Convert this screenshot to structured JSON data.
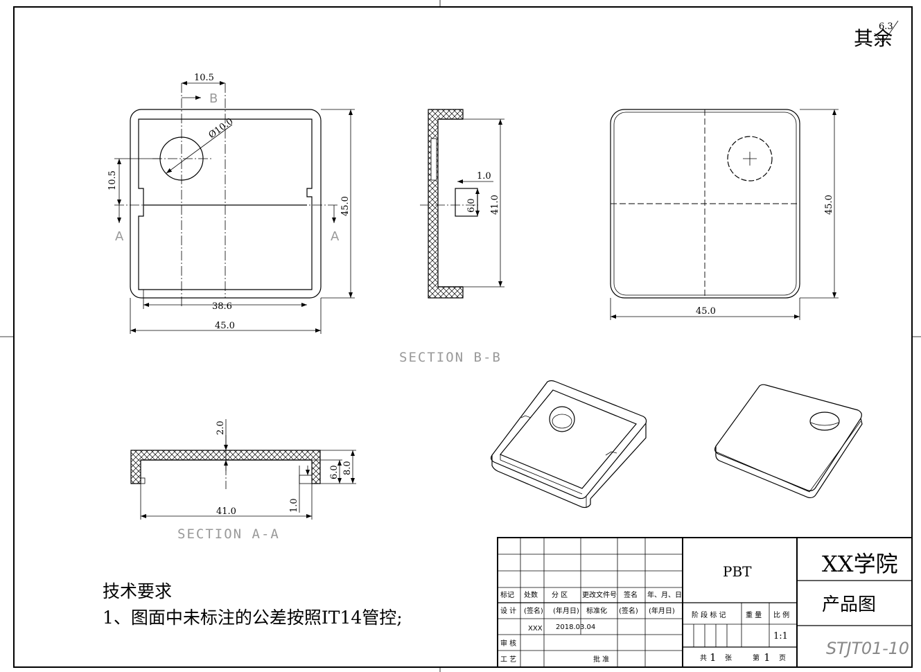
{
  "roughness": {
    "label": "其余",
    "value": "6.3"
  },
  "dims": {
    "top_hole_x": "10.5",
    "hole_dia": "Ø10.0",
    "top_hole_y": "10.5",
    "top_height": "45.0",
    "top_inner": "38.6",
    "top_width": "45.0",
    "side_thick": "1.0",
    "side_slot": "6.0",
    "side_height": "41.0",
    "right_height": "45.0",
    "right_width": "45.0",
    "sec_top": "2.0",
    "sec_inner_h": "6.0",
    "sec_outer_h": "8.0",
    "sec_small": "1.0",
    "sec_width": "41.0"
  },
  "labels": {
    "section_b": "SECTION B-B",
    "section_a": "SECTION A-A",
    "cut_b": "B",
    "cut_a_left": "A",
    "cut_a_right": "A"
  },
  "tech": {
    "title": "技术要求",
    "item1": "1、图面中未标注的公差按照IT14管控;"
  },
  "title_block": {
    "h_mark": "标记",
    "h_count": "处数",
    "h_zone": "分 区",
    "h_doc": "更改文件号",
    "h_sign": "签名",
    "h_date": "年、月、日",
    "design": "设 计",
    "sign1": "(签名)",
    "date1": "(年月日)",
    "standard": "标准化",
    "sign2": "(签名)",
    "date2": "(年月日)",
    "designer": "XXX",
    "design_date": "2018.03.04",
    "review": "审 核",
    "process": "工 艺",
    "approve": "批 准",
    "material": "PBT",
    "stage": "阶 段 标 记",
    "weight": "重 量",
    "scale_label": "比 例",
    "scale": "1:1",
    "total_pre": "共",
    "total_num": "1",
    "total_post": "张",
    "page_pre": "第",
    "page_num": "1",
    "page_post": "页",
    "school": "XX学院",
    "drawing_name": "产品图",
    "drawing_no": "STJT01-10"
  }
}
